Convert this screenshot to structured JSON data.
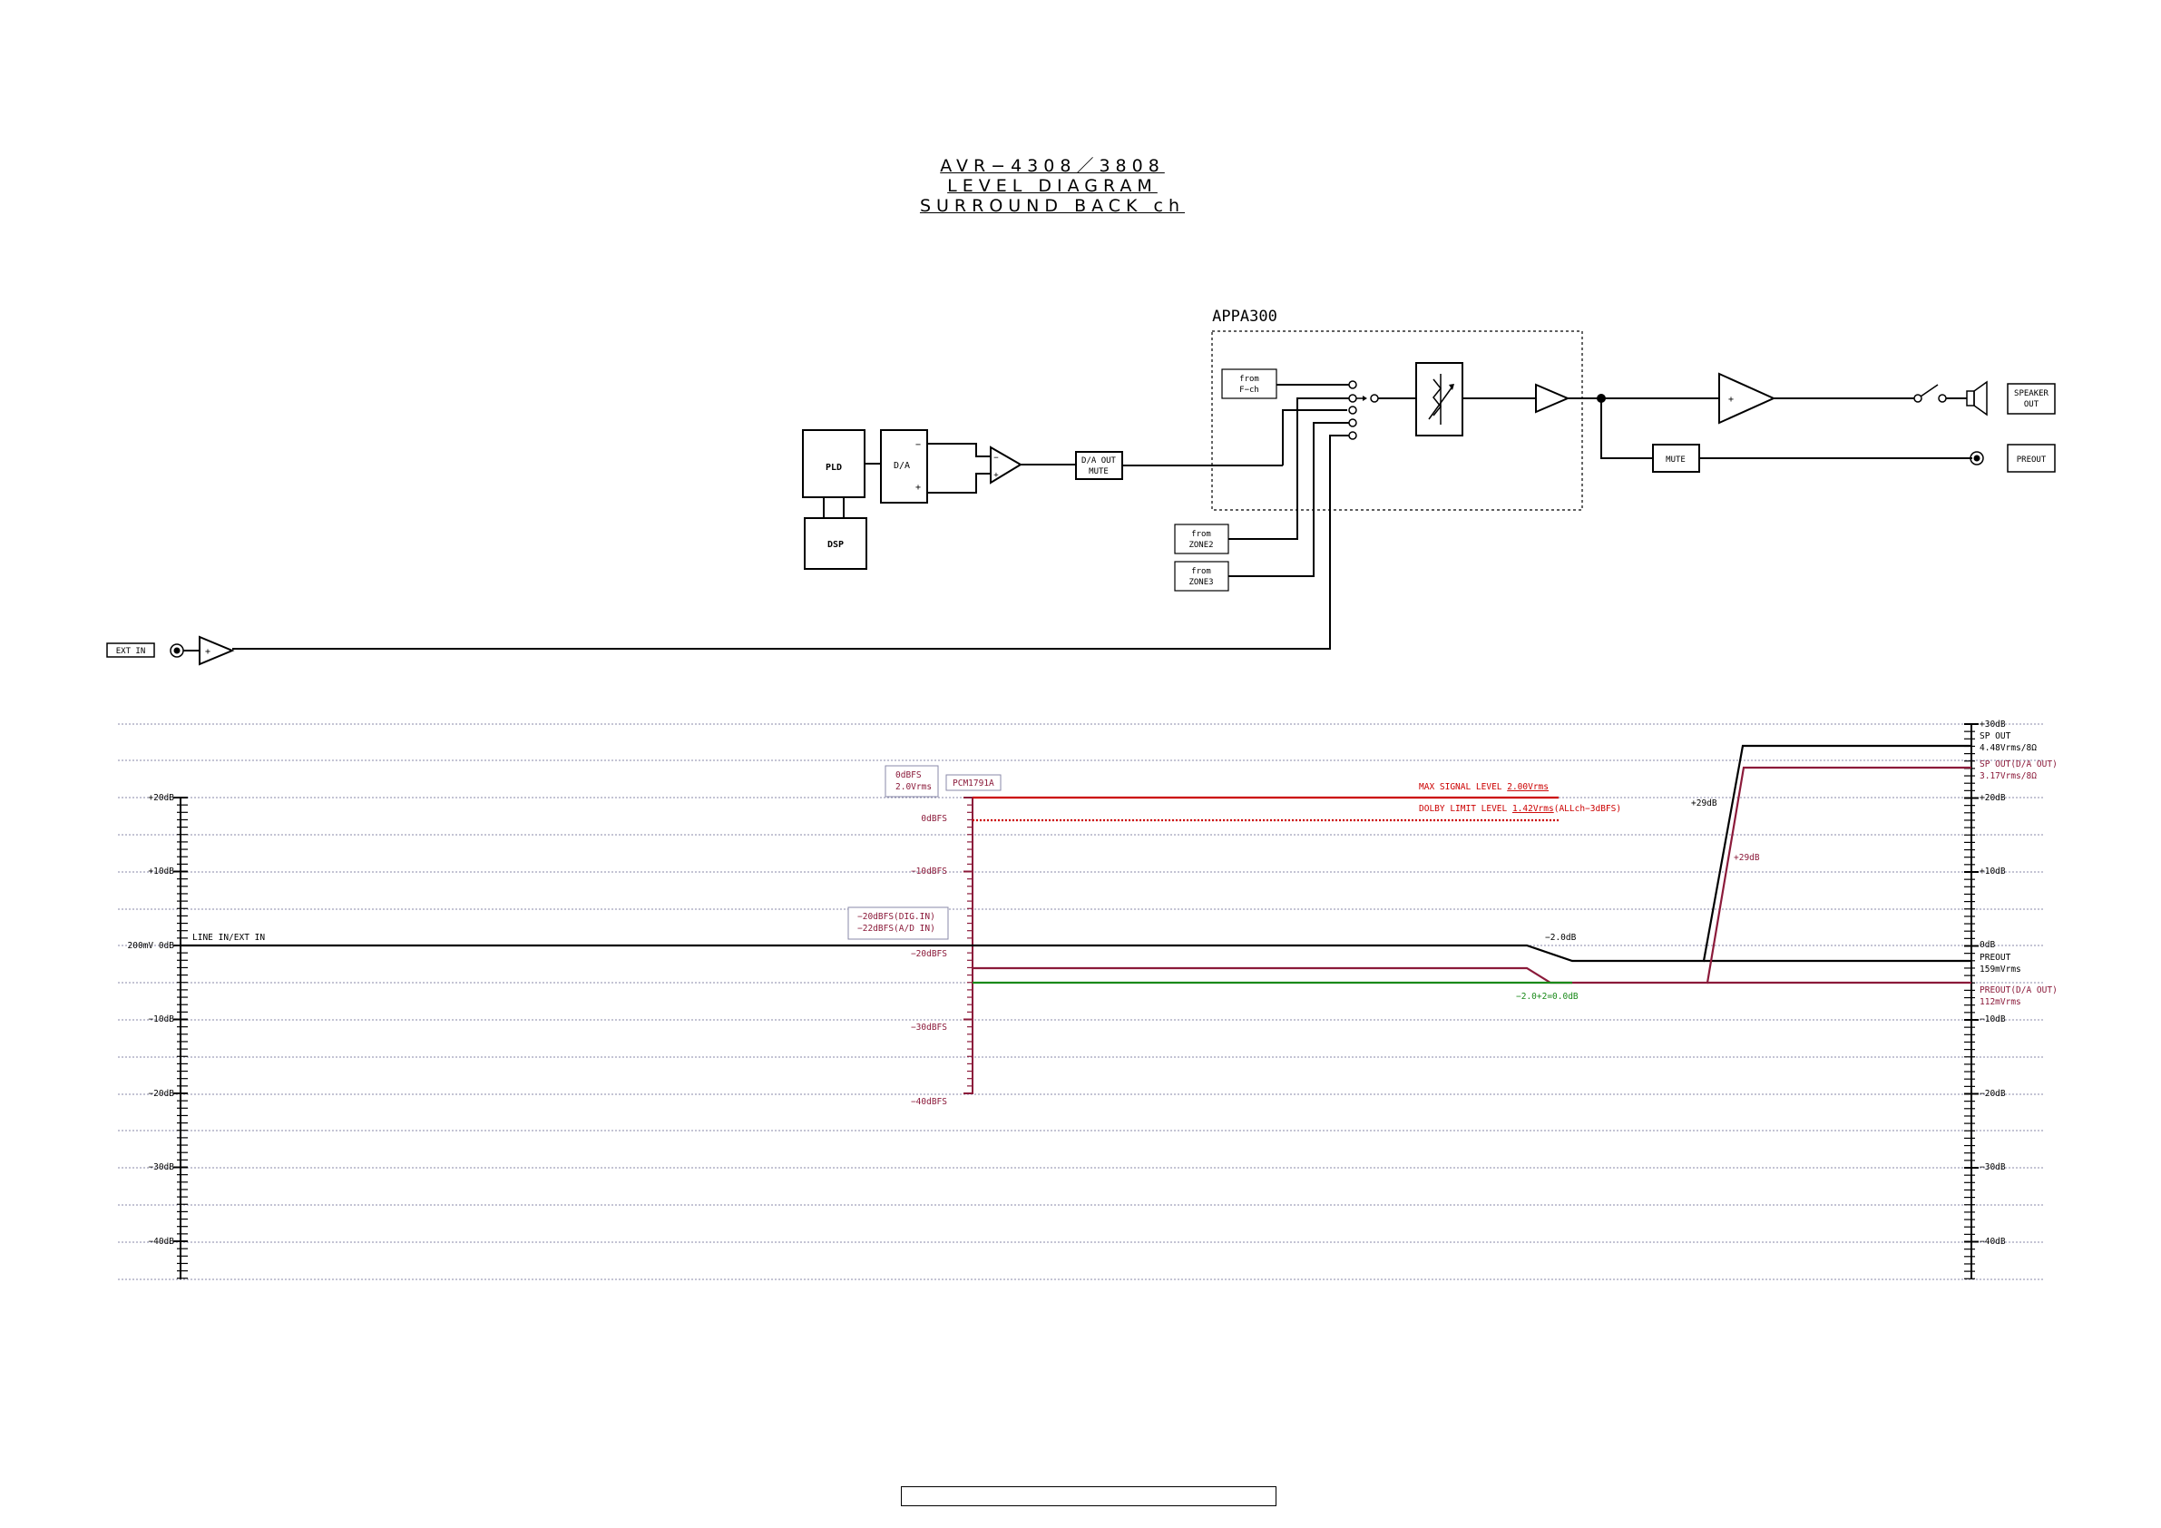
{
  "title": {
    "line1": "AVR−4308／3808",
    "line2": "LEVEL DIAGRAM",
    "line3": "SURROUND BACK ch"
  },
  "block": {
    "appa": "APPA300",
    "pld": "PLD",
    "dsp": "DSP",
    "da": "D/A",
    "da_minus": "−",
    "da_plus": "+",
    "opamp_minus": "−",
    "opamp_plus": "+",
    "da_out_mute_1": "D/A OUT",
    "da_out_mute_2": "MUTE",
    "from_fch_1": "from",
    "from_fch_2": "F−ch",
    "from_zone2_1": "from",
    "from_zone2_2": "ZONE2",
    "from_zone3_1": "from",
    "from_zone3_2": "ZONE3",
    "mute": "MUTE",
    "speaker_out_1": "SPEAKER",
    "speaker_out_2": "OUT",
    "preout": "PREOUT",
    "ext_in": "EXT IN",
    "amp_plus": "+",
    "ext_amp_plus": "+"
  },
  "level": {
    "left_ticks": [
      "+20dB",
      "+10dB",
      "200mV 0dB",
      "−10dB",
      "−20dB",
      "−30dB",
      "−40dB"
    ],
    "right_ticks": [
      "+30dB",
      "+20dB",
      "+10dB",
      "0dB",
      "−10dB",
      "−20dB",
      "−30dB",
      "−40dB"
    ],
    "dbfs_ticks": [
      "0dBFS",
      "−10dBFS",
      "−20dBFS",
      "−30dBFS",
      "−40dBFS"
    ],
    "odbfs_box_1": "0dBFS",
    "odbfs_box_2": "2.0Vrms",
    "pcm": "PCM1791A",
    "dig_in_1": "−20dBFS(DIG.IN)",
    "dig_in_2": "−22dBFS(A/D IN)",
    "line_in": "LINE IN/EXT IN",
    "max_signal_prefix": "MAX SIGNAL LEVEL ",
    "max_signal_value": "2.00Vrms",
    "dolby_prefix": "DOLBY LIMIT LEVEL ",
    "dolby_value": "1.42Vrms",
    "dolby_suffix": "(ALLch−3dBFS)",
    "minus2db": "−2.0dB",
    "green_label": "−2.0+2=0.0dB",
    "gain_black": "+29dB",
    "gain_red": "+29dB",
    "sp_out_1": "SP OUT",
    "sp_out_2": "4.48Vrms/8Ω",
    "sp_out_da_1": "SP OUT(D/A OUT)",
    "sp_out_da_2": "3.17Vrms/8Ω",
    "preout_1": "PREOUT",
    "preout_2": "159mVrms",
    "preout_da_1": "PREOUT(D/A OUT)",
    "preout_da_2": "112mVrms"
  },
  "colors": {
    "black": "#000000",
    "dark_red": "#8b1a3a",
    "red": "#cc0000",
    "green": "#1a8a1a",
    "grid": "#8a8aa8"
  }
}
